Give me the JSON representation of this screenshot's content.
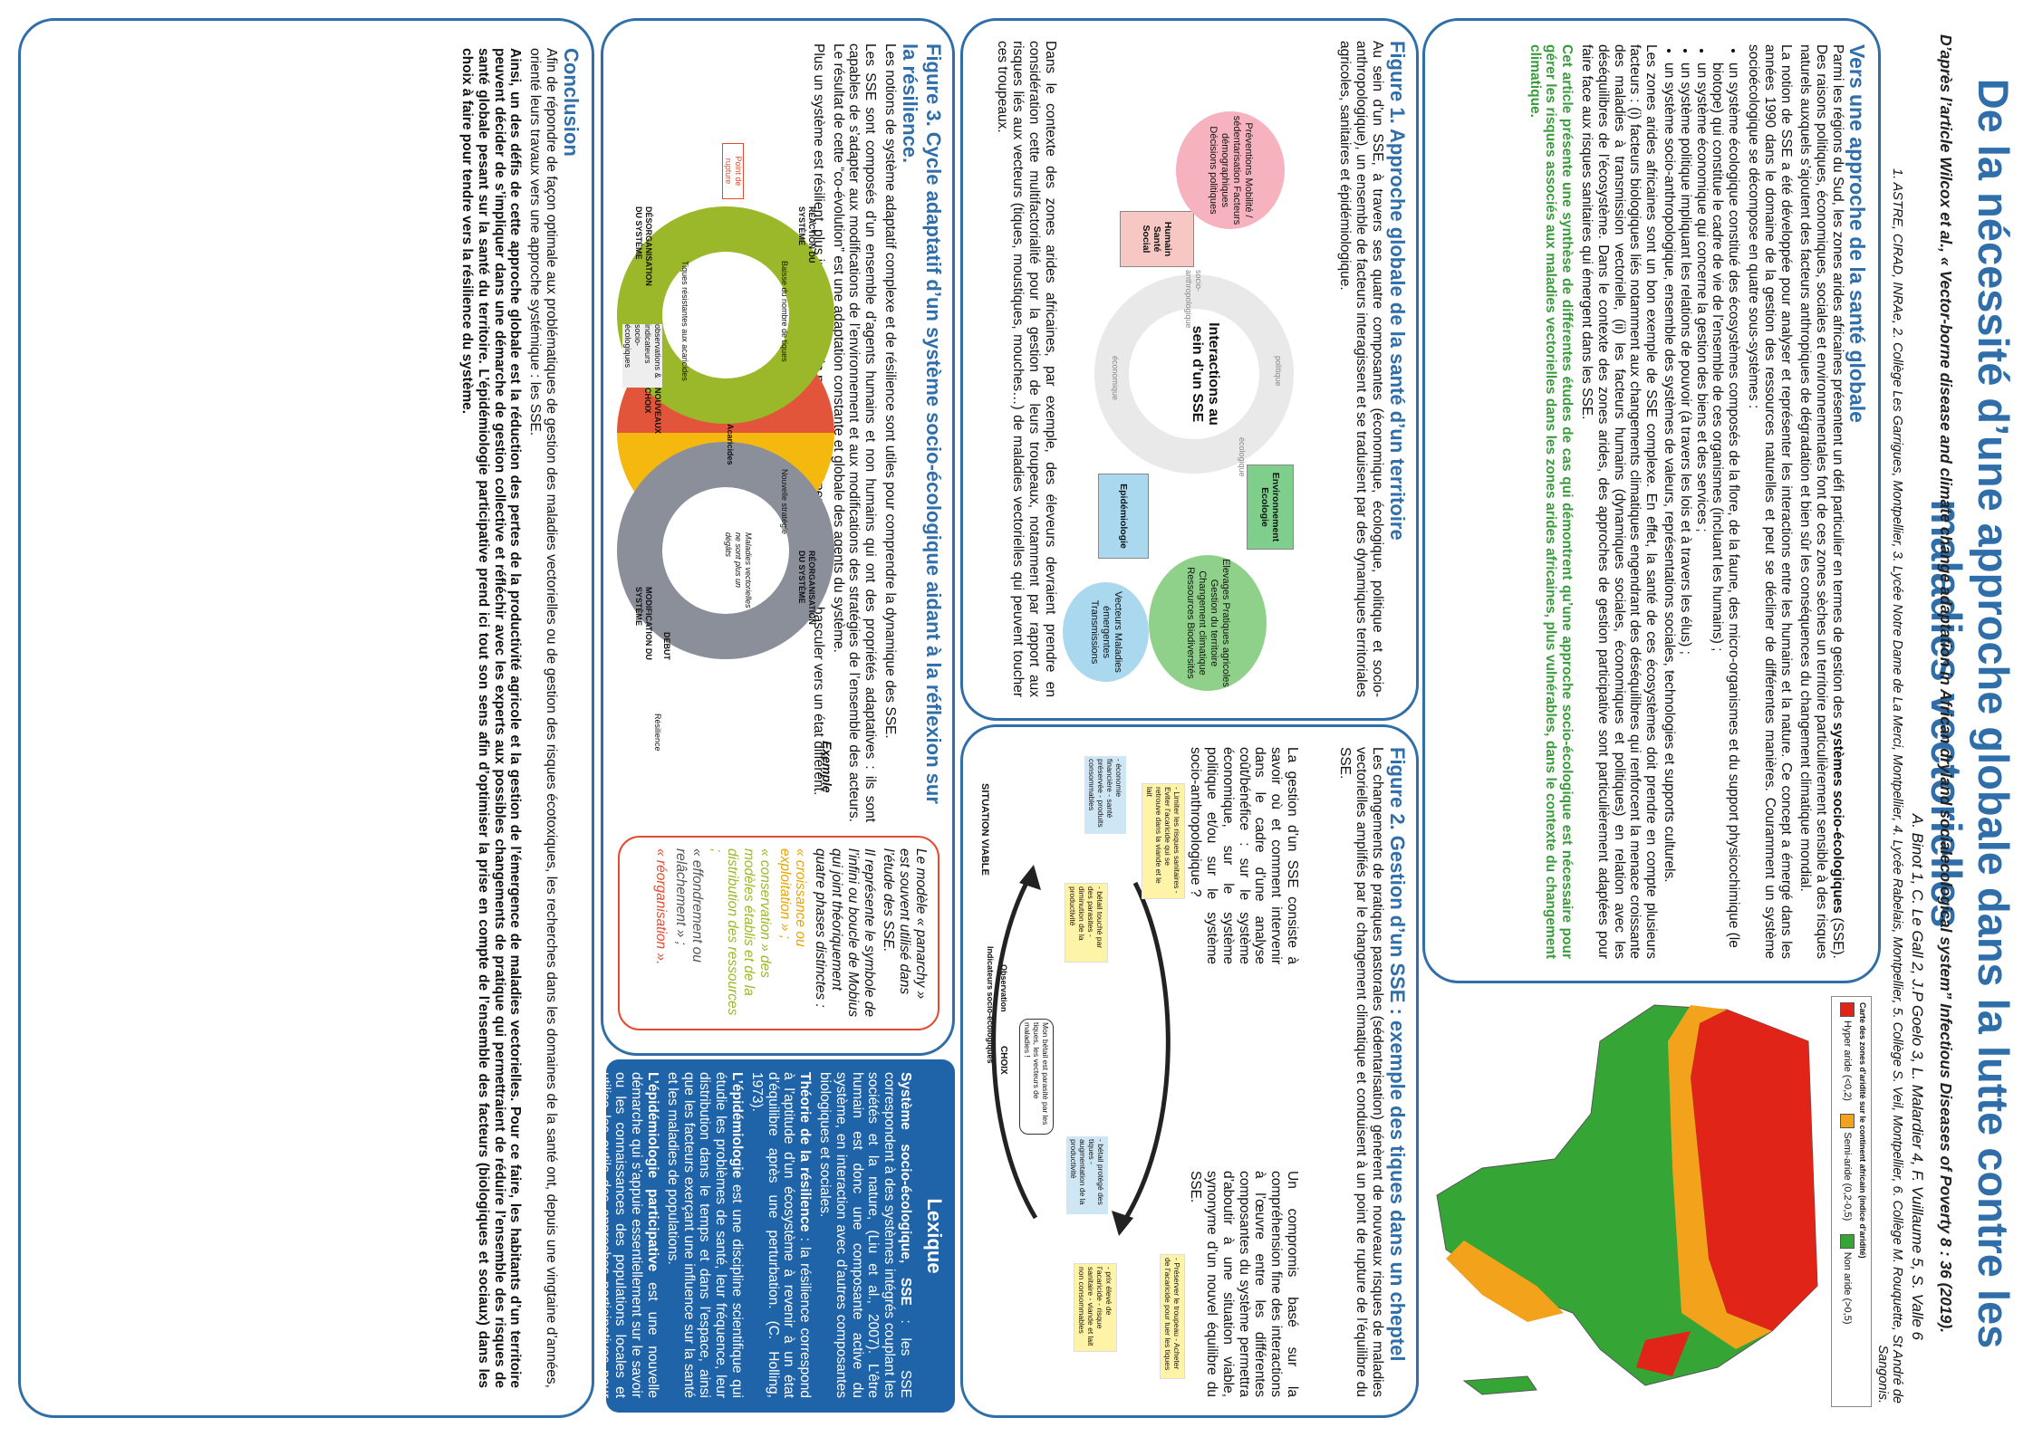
{
  "title": "De la nécessité d’une approche globale dans la lutte contre les maladies vectorielles",
  "subtitle": "D’après l’article Wilcox et al., « Vector-borne disease and climate change adaptation in African dryland socialecological system” Infectious Diseases of Poverty 8 : 36 (2019).",
  "authors": "A. Binot 1, C. Le Gall 2, J.P Goelo 3, L. Malardier 4, F. Vuillaume 5, S. Valle 6",
  "affiliations": "1. ASTRE, CIRAD, INRAe, 2. Collège Les Garrigues, Montpellier, 3. Lycée Notre Dame de La Merci, Montpellier, 4. Lycée Rabelais, Montpellier, 5. Collège S. Veil, Montpellier, 6. Collège M. Rouquette, St André de Sangonis.",
  "intro": {
    "heading": "Vers une approche de la santé globale",
    "p1_start": "Parmi les régions du Sud, les zones arides africaines présentent un défi particulier en termes de gestion des ",
    "p1_bold": "systèmes socio-écologiques",
    "p1_end": " (SSE). Des raisons politiques, économiques, sociales et environnementales font de ces zones sèches un territoire particulièrement sensible à des risques naturels auxquels s’ajoutent des facteurs anthropiques de dégradation et bien sûr les conséquences du changement climatique mondial.",
    "p2": "La notion de SSE a été développée pour analyser et représenter les interactions entre les humains et la nature. Ce concept a émergé dans les années 1990 dans le domaine de la gestion des ressources naturelles et peut se décliner de différentes manières. Couramment un système socioécologique se décompose en quatre sous-systèmes :",
    "bullets": [
      "un système écologique constitué des écosystèmes composés de la flore, de la faune, des micro-organismes et du support physicochimique (le biotope) qui constitue le cadre de vie de l’ensemble de ces organismes (incluant les humains) ;",
      "un système économique qui concerne la gestion des biens et des services ;",
      "un système politique impliquant les relations de pouvoir (à travers les lois et à travers les élus) ;",
      "un système socio-anthropologique, ensemble des systèmes de valeurs, représentations sociales, technologies et supports culturels."
    ],
    "p3": "Les zones arides africaines sont un bon exemple de SSE complexe. En effet, la santé de ces écosystèmes doit prendre en compte plusieurs facteurs : (i) facteurs biologiques liés notamment aux changements climatiques engendrant des déséquilibres qui renforcent la menace croissante des maladies à transmission vectorielle, (ii) les facteurs humains (dynamiques sociales, économiques et politiques) en relation avec les déséquilibres de l’écosystème. Dans le contexte des zones arides, des approches de gestion participative sont particulièrement adaptées pour faire face aux risques sanitaires qui émergent dans les SSE.",
    "highlight": "Cet article présente une synthèse de différentes études de cas qui démontrent qu’une approche socio-écologique est nécessaire pour gérer les risques associés aux maladies vectorielles dans les zones arides africaines, plus vulnérables, dans le contexte du changement climatique."
  },
  "map": {
    "legend_title": "Carte des zones d’aridité sur le continent africain (indice d’aridité)",
    "legend_items": [
      {
        "label": "Hyper aride (<0,2)",
        "color": "#e02418"
      },
      {
        "label": "Semi-aride (0,2-0,5)",
        "color": "#f2a21b"
      },
      {
        "label": "Non aride (>0,5)",
        "color": "#35a635"
      }
    ]
  },
  "fig1": {
    "heading": "Figure 1. Approche globale de la santé d’un territoire",
    "p1": "Au sein d’un SSE, à travers ses quatre composantes (économique, écologique, politique et socio-anthropologique), un ensemble de facteurs interagissent et se traduisent par des dynamiques territoriales agricoles, sanitaires et épidémiologique.",
    "p2": "Dans le contexte des zones arides africaines, par exemple, des éleveurs devraient prendre en considération cette multifactorialité pour la gestion de leurs troupeaux, notamment par rapport aux risques liés aux vecteurs (tiques, moustiques, mouches…) de maladies vectorielles qui peuvent toucher ces troupeaux.",
    "center": "Interactions au sein d’un SSE",
    "ring_labels": [
      "politique",
      "écologique",
      "économique",
      "socio-anthropologique"
    ],
    "cards": {
      "env": "Environnement Ecologie",
      "epi": "Epidémiologie",
      "hum": "Humain Santé Social"
    },
    "clouds": {
      "top": "Préventions Mobilité / sédentarisation Facteurs démographiques Décisions politiques",
      "green": "Elevages Pratiques agricoles Gestion du territoire Changement climatique Ressources Biodiversités",
      "blue": "Vecteurs Maladies émergentes Transmissions"
    }
  },
  "fig2": {
    "heading": "Figure 2. Gestion d’un SSE : exemple des tiques dans un cheptel",
    "p1": "Les changements de pratiques pastorales (sédentarisation) génèrent de nouveaux risques de maladies vectorielles amplifiés par le changement climatique et conduisent à un point de rupture de l’équilibre du SSE.",
    "p2": "La gestion d’un SSE consiste à savoir où et comment intervenir dans le cadre d’une analyse coût/bénéfice : sur le système économique, sur le système politique et/ou sur le système socio-anthropologique ?",
    "p3": "Un compromis basé sur la compréhension fine des interactions à l’œuvre entre les différentes composantes du système permettra d’aboutir à une situation viable, synonyme d’un nouvel équilibre du SSE.",
    "choix": "CHOIX",
    "observation": "Observation",
    "indicateurs": "Indicateurs socio-écologiques",
    "situation": "SITUATION VIABLE",
    "notes": [
      "- Limiter les risques sanitaires - Eviter l’acaricide qui se retrouve dans la viande et le lait",
      "- Préserver le troupeau - Acheter de l’acaricide pour tuer les tiques",
      "- économie financière - santé préservée - produits consommables",
      "- bétail touché par des parasites - diminution de la productivité",
      "- bétail protégé des tiques - augmentation de la productivité",
      "- prix élevé de l’acaricide - risque sanitaire - viande et lait non consommables",
      "Mon bétail est parasité par les tiques, les vecteurs de maladies !"
    ]
  },
  "lexique": {
    "heading": "Lexique",
    "items": [
      {
        "term": "Système socio-écologique, SSE",
        "def": " : les SSE correspondent à des systèmes intégrés couplant les sociétés et la nature, (Liu et al., 2007). L’être humain est donc une composante active du système, en interaction avec d’autres composantes biologiques et sociales."
      },
      {
        "term": "Théorie de la résilience",
        "def": " : la résilience correspond à l’aptitude d’un écosystème à revenir à un état d’équilibre après une perturbation. (C. Holling, 1973)."
      },
      {
        "term": "L’épidémiologie",
        "def": " est une discipline scientifique qui étudie les problèmes de santé, leur fréquence, leur distribution dans le temps et dans l’espace, ainsi que les facteurs exerçant une influence sur la santé et les maladies de populations."
      },
      {
        "term": "L’épidémiologie participative",
        "def": " est une nouvelle démarche qui s’appuie essentiellement sur le savoir ou les connaissances des populations locales et utilise les outils des approches participatives pour intégrer les populations locales à la gestion des risques sanitaires."
      }
    ]
  },
  "fig3": {
    "heading": "Figure 3. Cycle adaptatif d’un système socio-écologique aidant à la réflexion sur la résilience.",
    "panarchy_p1": "Le modèle « panarchy » est souvent utilisé dans l’étude des SSE.",
    "panarchy_p2": "Il représente le symbole de l’infini ou boucle de Mobius qui joint théoriquement quatre phases distinctes :",
    "phases": [
      "« croissance ou exploitation » ;",
      "« conservation » des modèles établis et de la distribution des ressources ;",
      "« effondrement ou relâchement » ;",
      "« réorganisation »."
    ],
    "p1": "Les notions de système adaptatif complexe et de résilience sont utiles pour comprendre la dynamique des SSE.",
    "p2": "Les SSE sont composés d’un ensemble d’agents humains et non humains qui ont des propriétés adaptatives : ils sont capables de s’adapter aux modifications de l’environnement et aux modifications des stratégies de l’ensemble des acteurs. Le résultat de cette “co-évolution” est une adaptation constante et globale des agents du système.",
    "p3": "Plus un système est résilient, plus importante sera la perturbation qu’il peut absorber sans basculer vers un état différent.",
    "exemple": "Exemple",
    "resilience": "Résilience",
    "debut": "DEBUT",
    "quadrants": [
      "RÉORGANISATION DU SYSTÈME",
      "RÉACTION DU SYSTÈME",
      "DÉSORGANISATION DU SYSTÈME",
      "MODIFICATION DU SYSTÈME"
    ],
    "rupture": "Point de rupture",
    "acaricides": "Acaricides",
    "maladies": "Maladies vectorielles ne sont plus un dégâts",
    "nouveaux_choix": "NOUVEAUX CHOIX",
    "observations": "observations & indicateurs socio-écologiques",
    "arrow_labels": [
      "Baisse du nombre de tiques",
      "Nouvelle stratégie",
      "Tiques résistantes aux acaricides"
    ]
  },
  "conclusion": {
    "heading": "Conclusion",
    "p1": "Afin de répondre de façon optimale aux problématiques de gestion des maladies vectorielles ou de gestion des risques écotoxiques, les recherches dans les domaines de la santé ont, depuis une vingtaine d’années, orienté leurs travaux vers une approche systémique : les SSE.",
    "p2": "Ainsi, un des défis de cette approche globale est la réduction des pertes de la productivité agricole et la gestion de l’émergence de maladies vectorielles. Pour ce faire, les habitants d’un territoire peuvent décider de s’impliquer dans une démarche de gestion collective et réfléchir avec les experts aux possibles changements de pratique qui permettraient de réduire l’ensemble des risques de santé globale pesant sur la santé du territoire. L’épidémiologie participative prend ici tout son sens afin d’optimiser la prise en compte de l’ensemble des facteurs (biologiques et sociaux) dans les choix à faire pour tendre vers la résilience du système."
  }
}
